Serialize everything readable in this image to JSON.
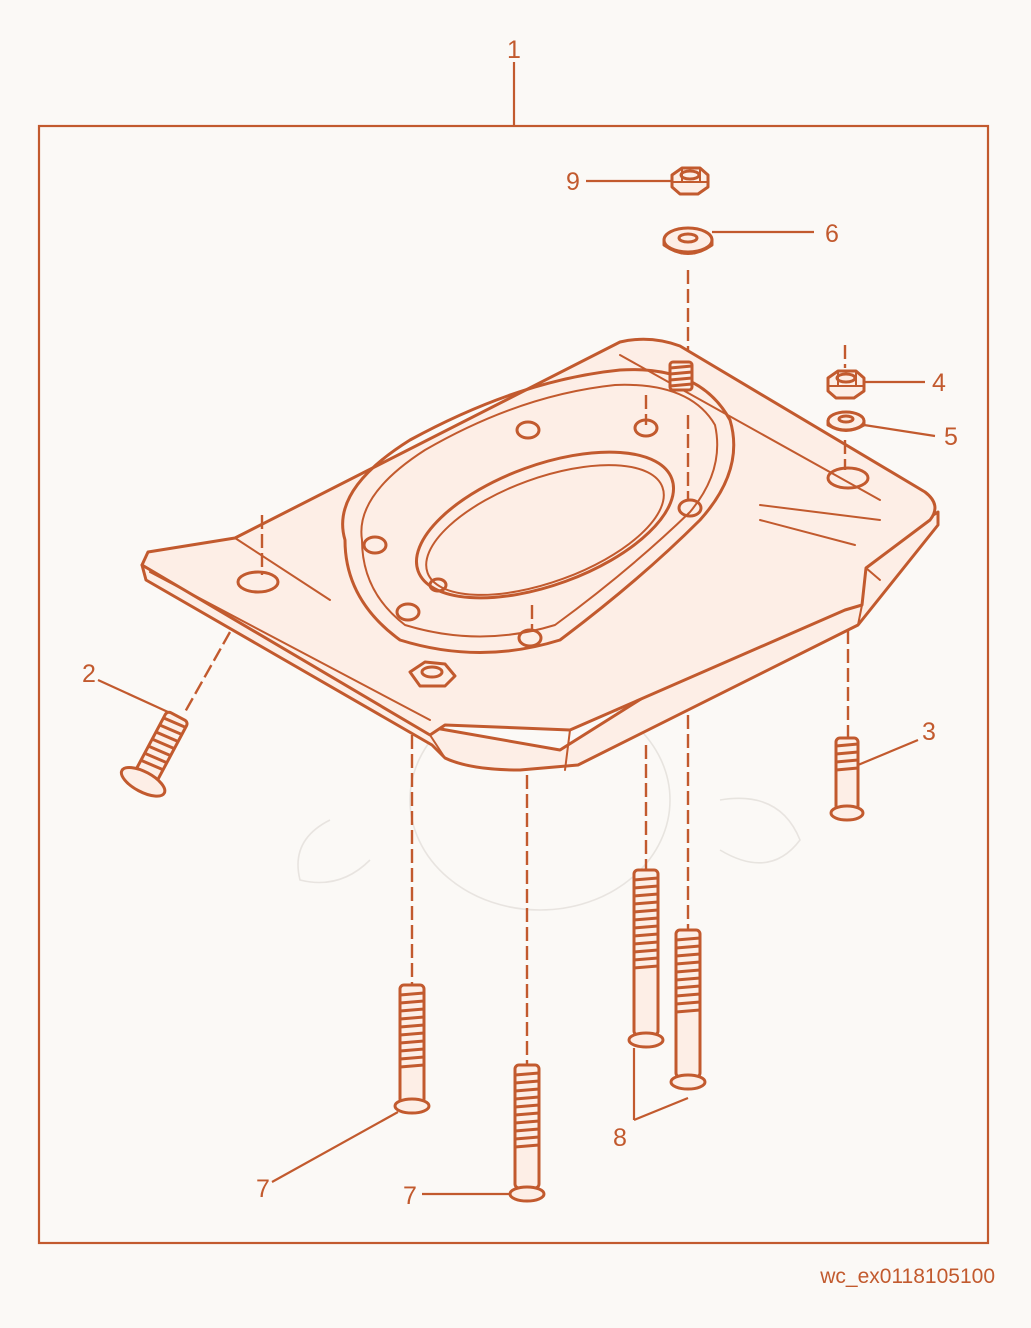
{
  "colors": {
    "line": "#c25a2e",
    "background": "#fbf9f6",
    "fill": "#fdeee6"
  },
  "labels": {
    "l1": "1",
    "l2": "2",
    "l3": "3",
    "l4": "4",
    "l5": "5",
    "l6": "6",
    "l7a": "7",
    "l7b": "7",
    "l8": "8",
    "l9": "9"
  },
  "figure_code": "wc_ex0118105100"
}
